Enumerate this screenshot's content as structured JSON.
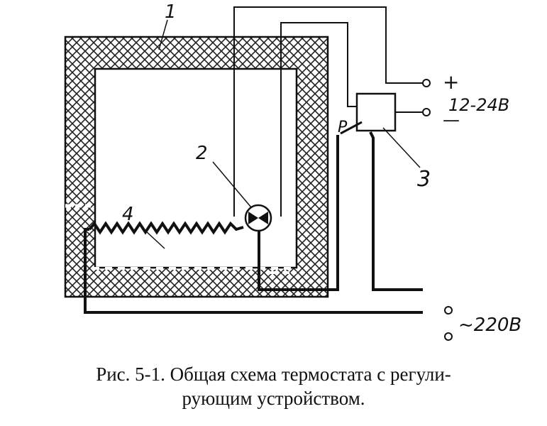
{
  "labels": {
    "chamber": "1",
    "sensor": "2",
    "relay": "3",
    "heater": "4",
    "contact": "P",
    "plus": "+",
    "minus": "—",
    "low_voltage": "12-24В",
    "mains": "~220В"
  },
  "caption": {
    "line1": "Рис. 5-1. Общая схема термостата с регули-",
    "line2": "рующим устройством."
  }
}
